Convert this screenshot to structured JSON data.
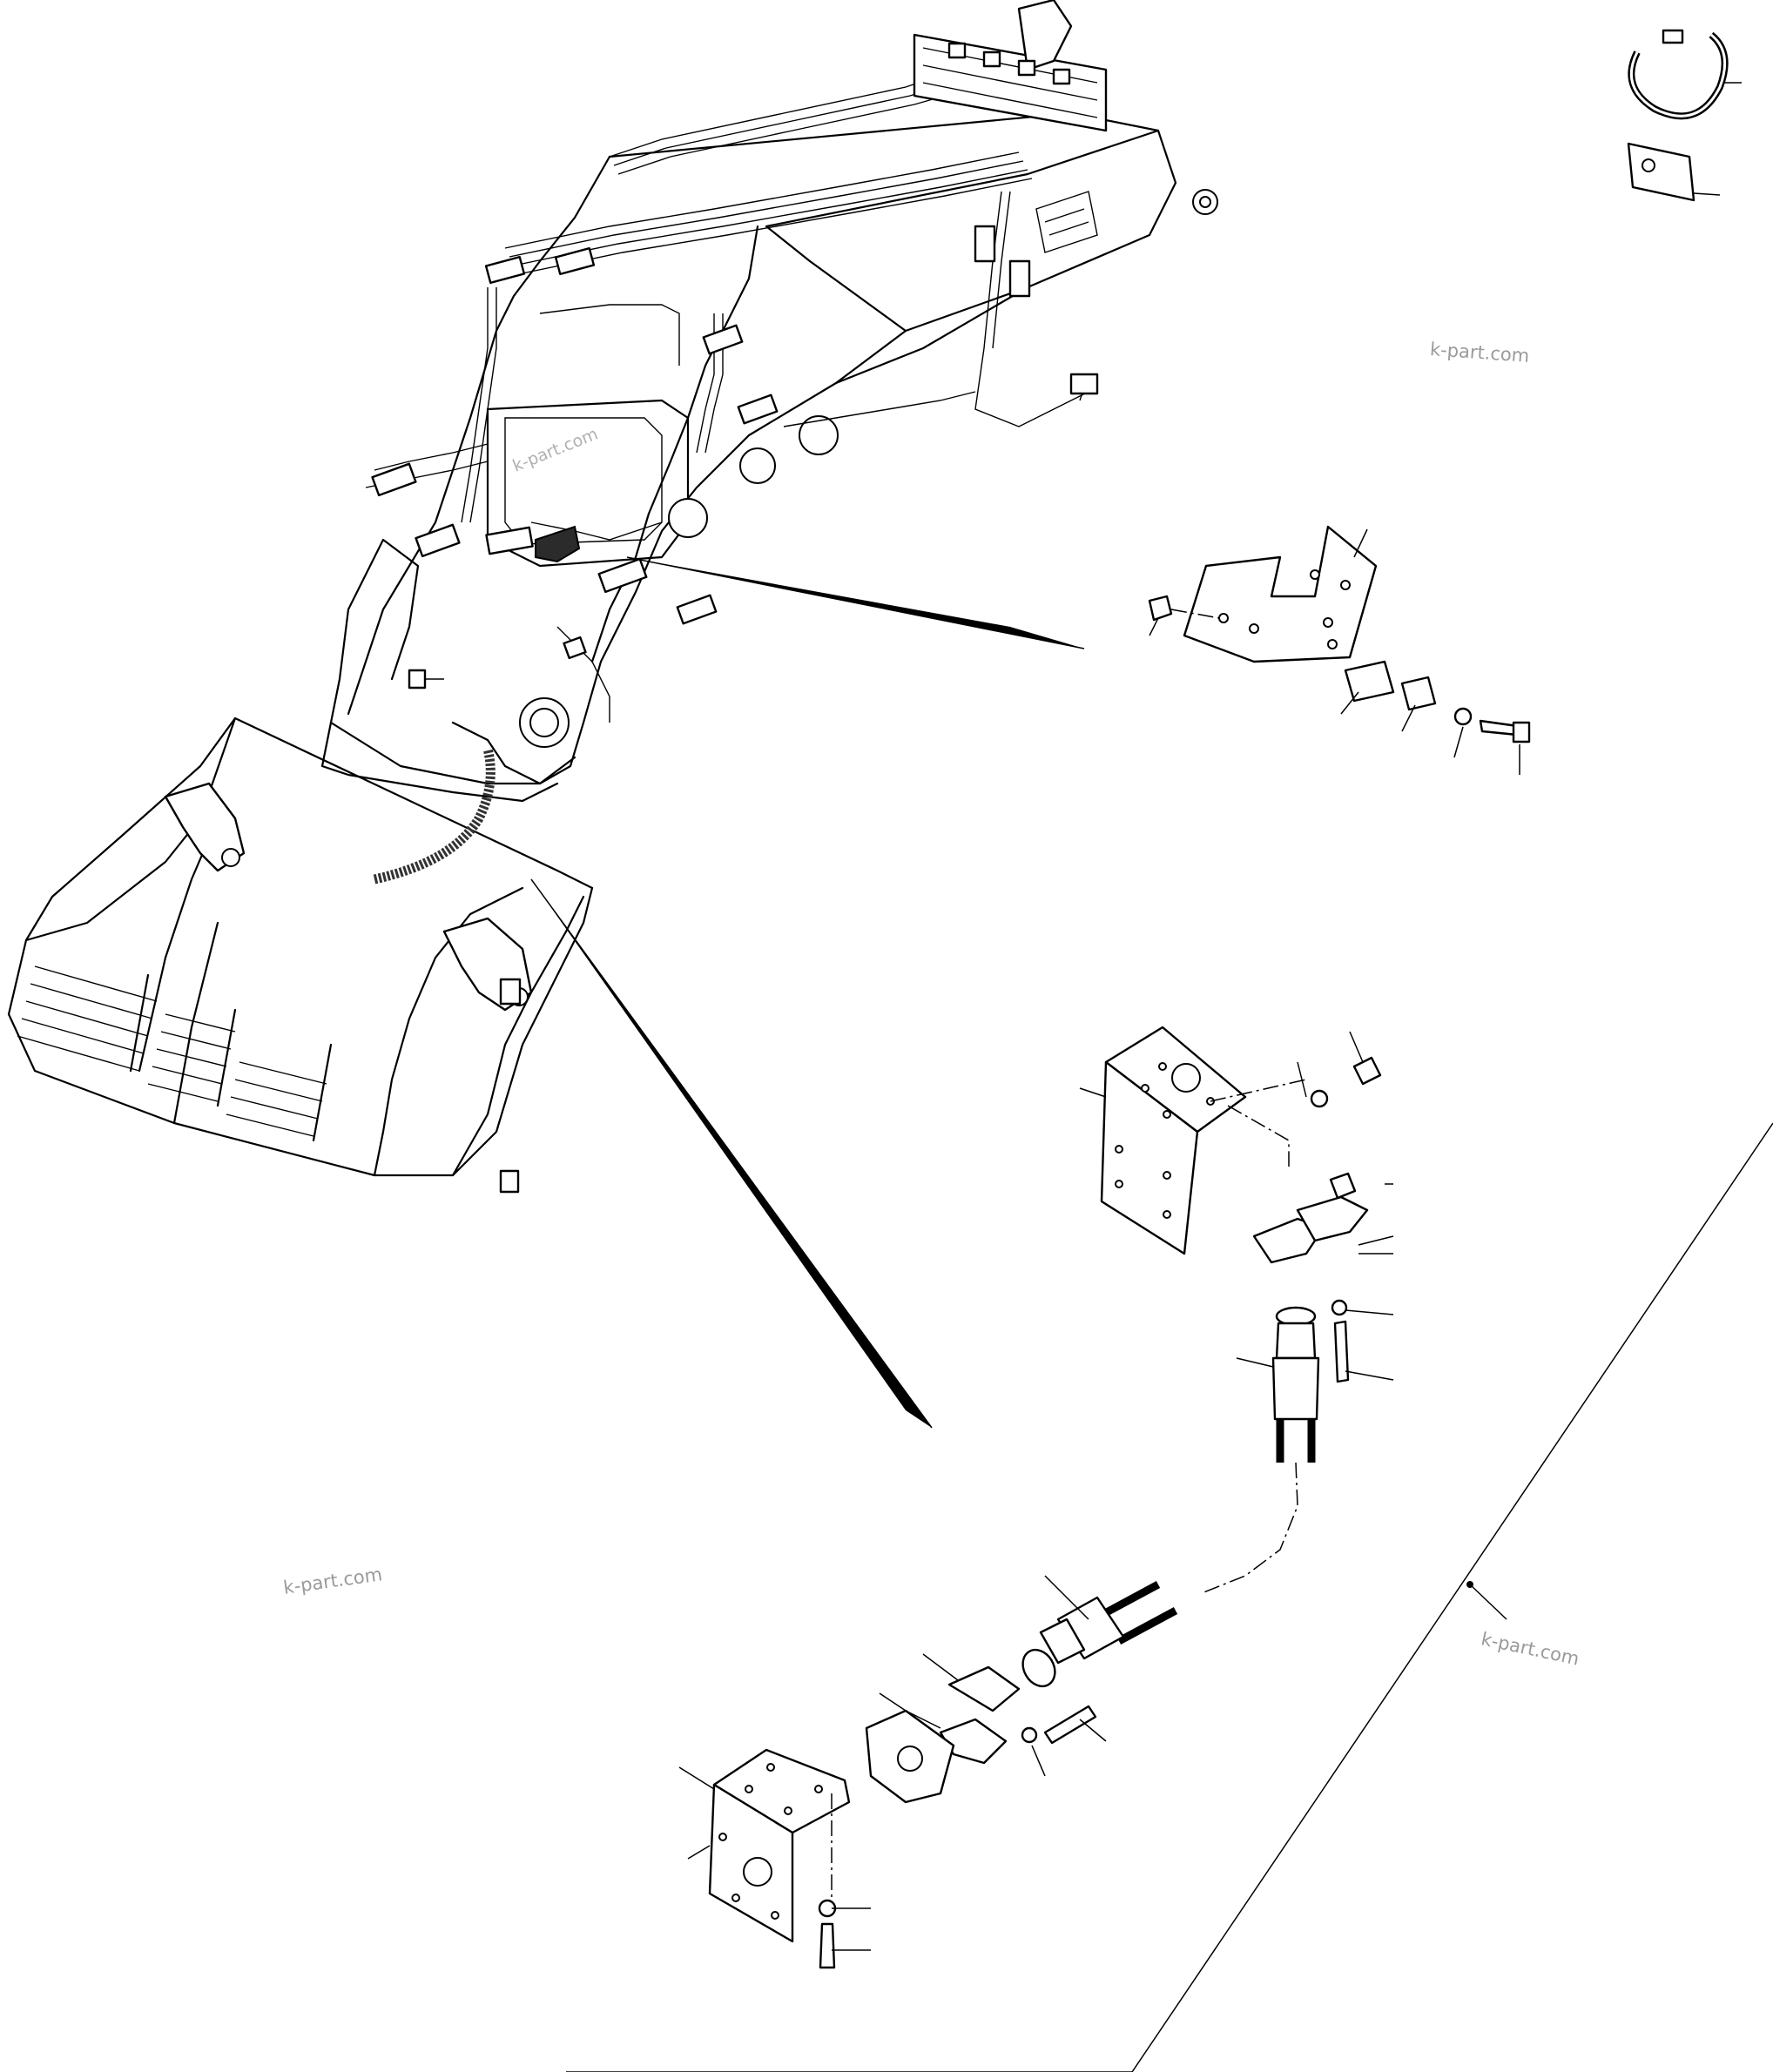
{
  "watermarks": {
    "top_right": "k-part.com",
    "bottom_left": "k-part.com",
    "bottom_right": "k-part.com",
    "center_overlay": "k-part.com"
  },
  "icons": {
    "cable_tie": "cable-tie-icon",
    "label_tag": "label-tag-icon"
  }
}
